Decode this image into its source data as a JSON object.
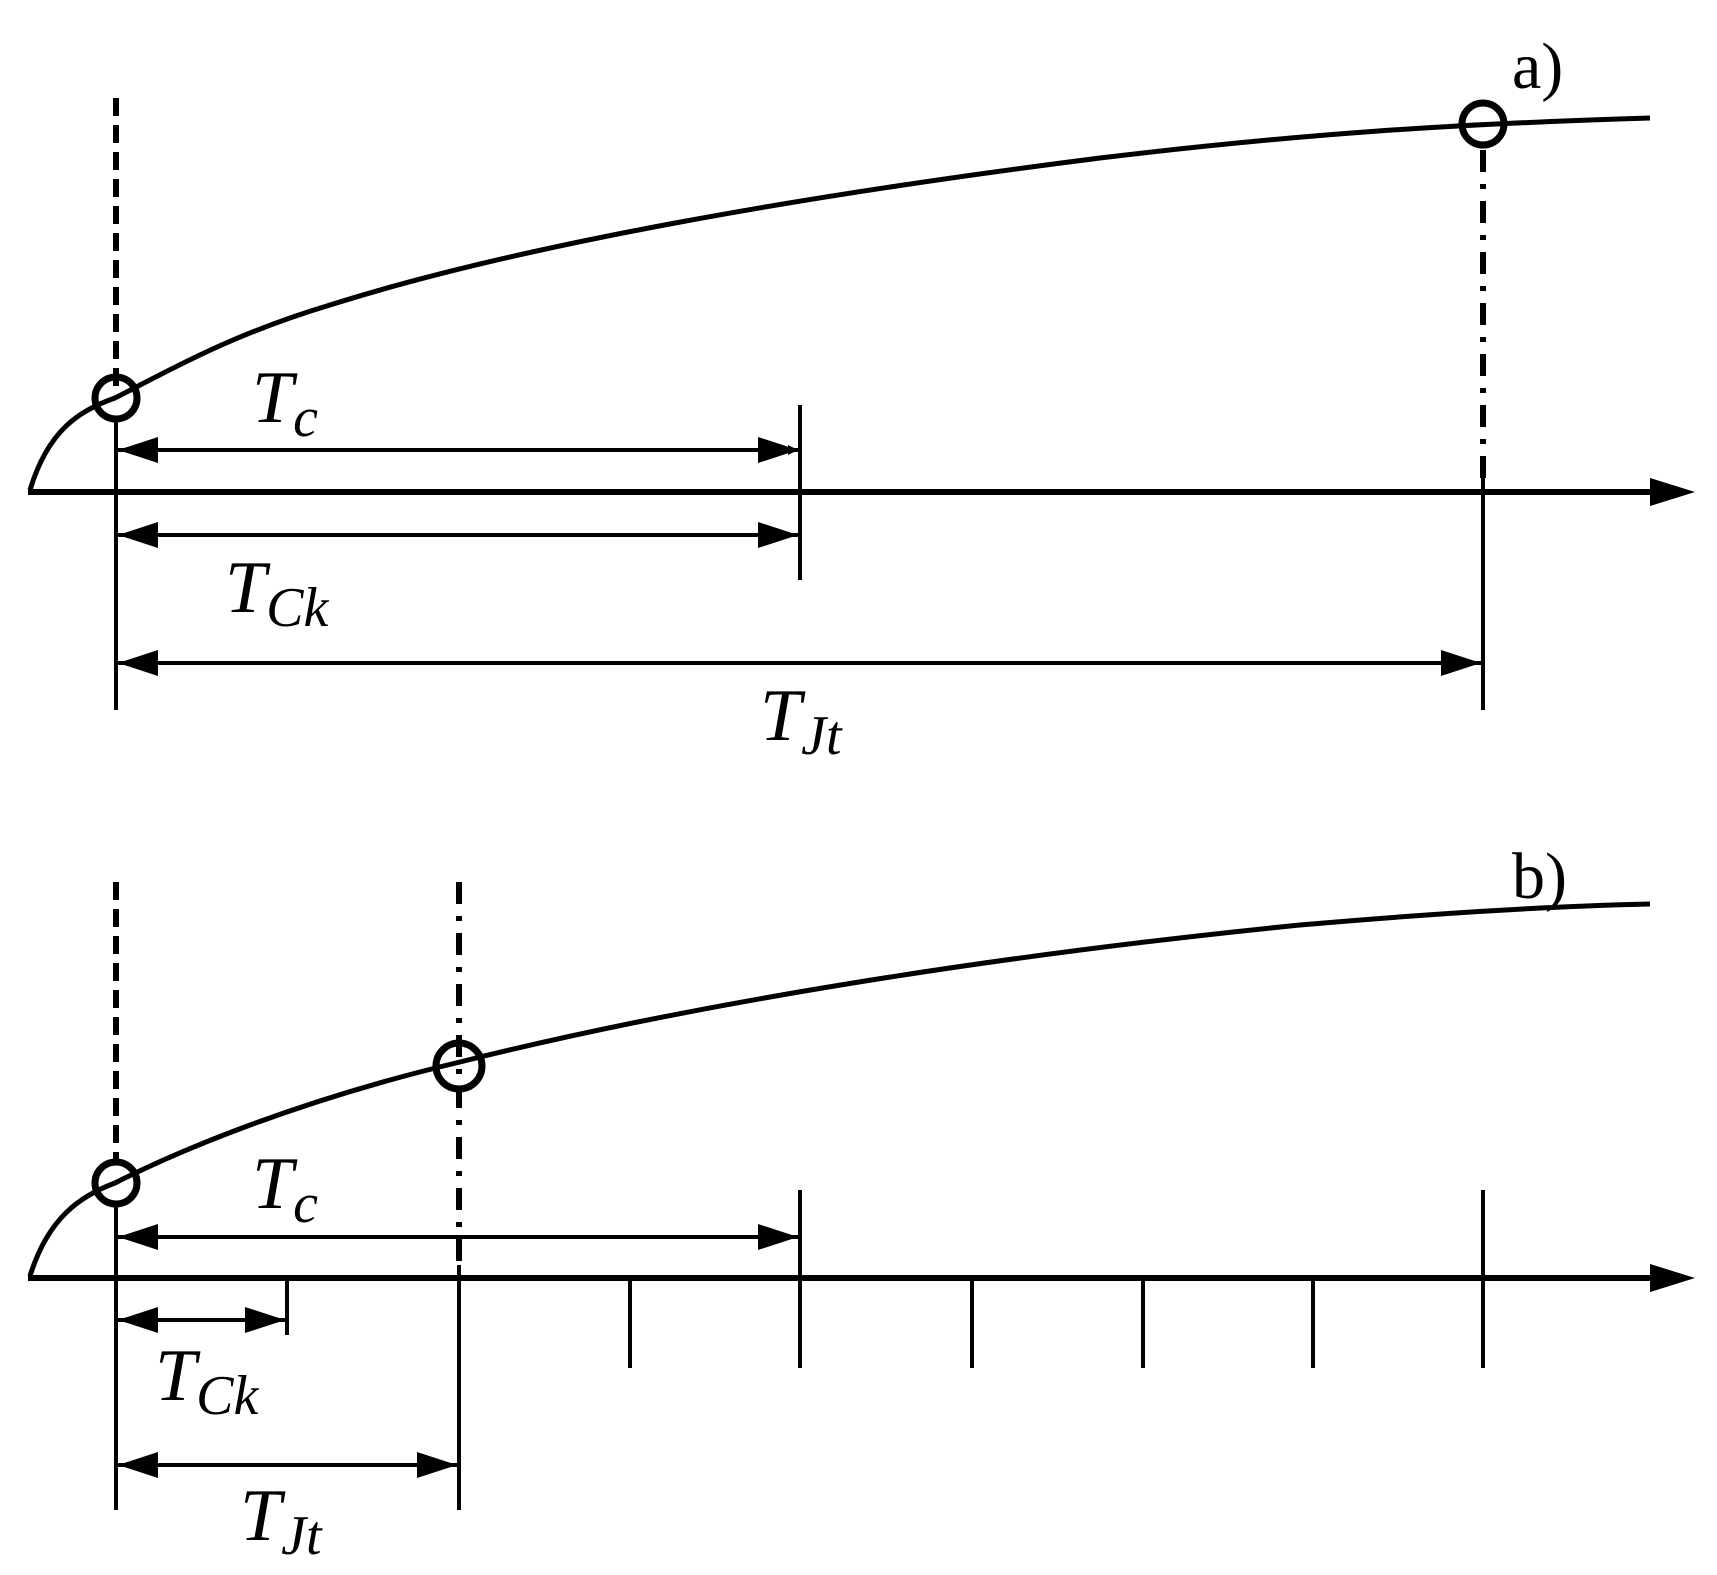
{
  "panels": [
    {
      "label": "a)",
      "tc": {
        "main": "T",
        "sub": "c"
      },
      "tck": {
        "main": "T",
        "sub": "Ck"
      },
      "tjt": {
        "main": "T",
        "sub": "Jt"
      }
    },
    {
      "label": "b)",
      "tc": {
        "main": "T",
        "sub": "c"
      },
      "tck": {
        "main": "T",
        "sub": "Ck"
      },
      "tjt": {
        "main": "T",
        "sub": "Jt"
      }
    }
  ],
  "colors": {
    "line": "#000000",
    "background": "#ffffff"
  }
}
